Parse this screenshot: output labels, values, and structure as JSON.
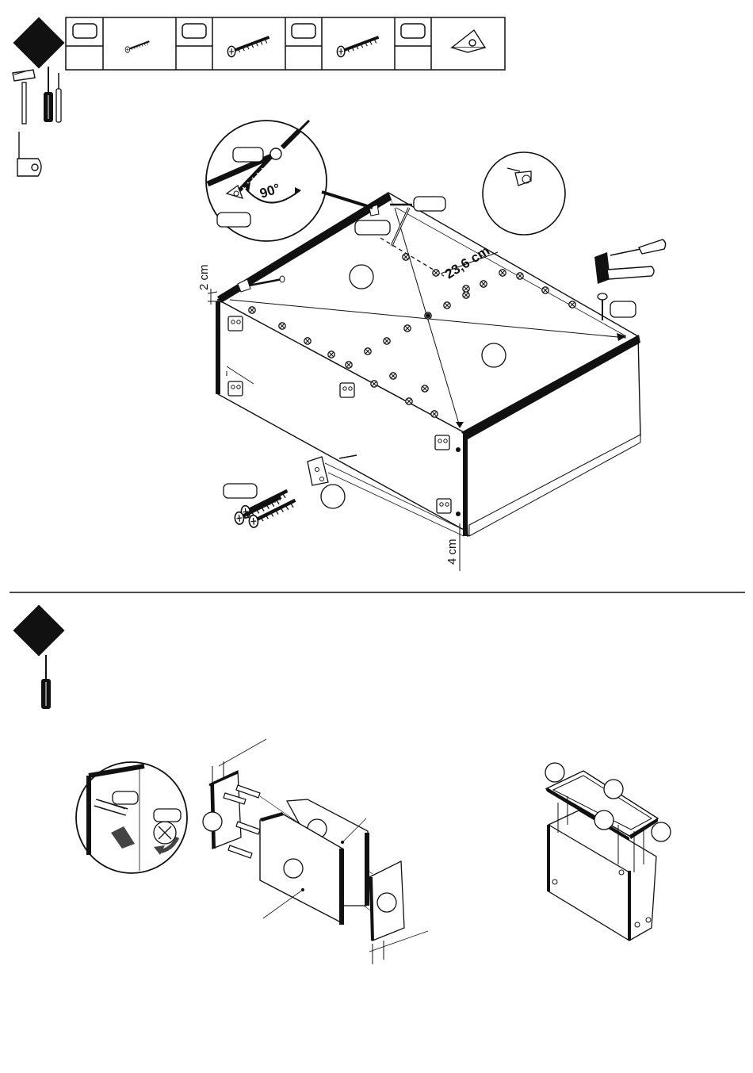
{
  "step1": {
    "dim_top": "2 cm",
    "dim_bottom": "4 cm",
    "dim_diag": "23,6 cm",
    "angle": "90°"
  },
  "icons": {
    "step1": [
      "hammer-icon",
      "screwdriver-icon",
      "awl-icon",
      "tape-measure-icon"
    ],
    "step2": [
      "screwdriver-icon"
    ]
  },
  "parts_row": [
    "small-screw-icon",
    "long-screw-icon",
    "long-screw-icon",
    "corner-bracket-icon"
  ]
}
